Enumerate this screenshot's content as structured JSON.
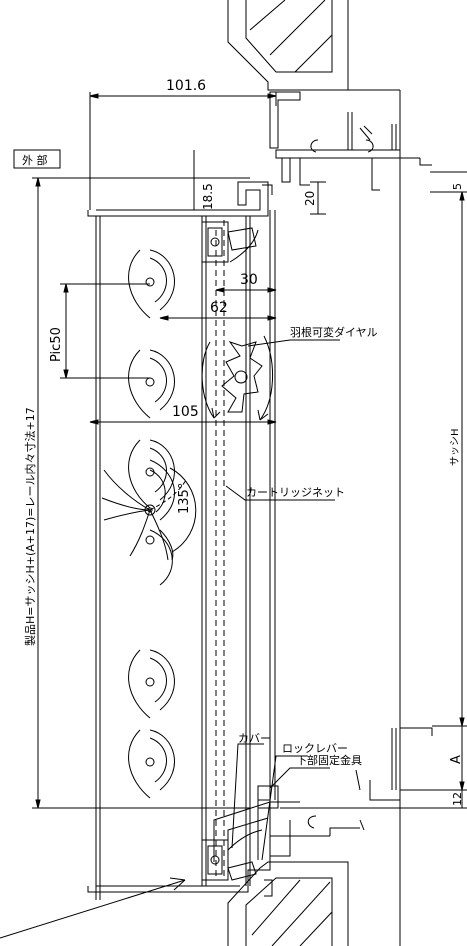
{
  "labels": {
    "exterior": "外 部",
    "dim_101_6": "101.6",
    "dim_18_5": "18.5",
    "dim_20": "20",
    "dim_5": "5",
    "dim_30": "30",
    "dim_62": "62",
    "pitch": "Pic50",
    "dim_105": "105",
    "angle": "135°",
    "dial": "羽根可変ダイヤル",
    "net": "カートリッジネット",
    "cover": "カバー",
    "lock_lever": "ロックレバー",
    "bottom_bracket": "下部固定金具",
    "product_h": "製品H=サッシH+(A+17)=レール内々寸法+17",
    "sash_h": "サッシH",
    "dim_A": "A",
    "dim_12": "12"
  }
}
